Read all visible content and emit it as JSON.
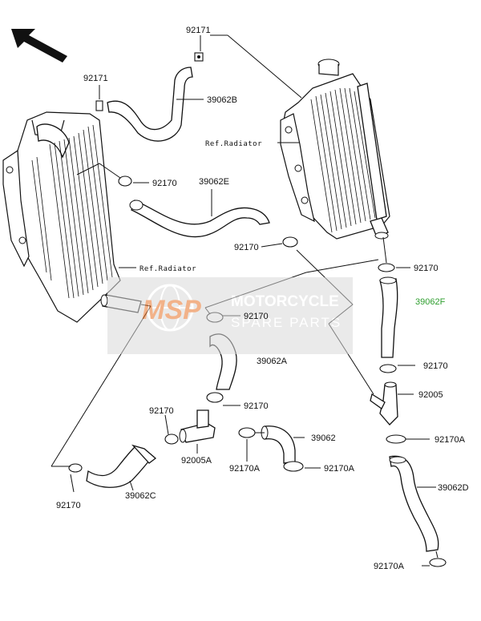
{
  "watermark": {
    "logo": "MSP",
    "line1": "MOTORCYCLE",
    "line2": "SPARE PARTS"
  },
  "references": {
    "ref_radiator_right": "Ref.Radiator",
    "ref_radiator_left": "Ref.Radiator"
  },
  "parts": {
    "p92171_top": "92171",
    "p92171_left": "92171",
    "p39062B": "39062B",
    "p92170_upper_left": "92170",
    "p39062E": "39062E",
    "p92170_mid": "92170",
    "p92170_right_upper": "92170",
    "p39062F": "39062F",
    "p92170_watermark": "92170",
    "p39062A": "39062A",
    "p92170_right_lower": "92170",
    "p92005": "92005",
    "p92170_center": "92170",
    "p92170_left_small": "92170",
    "p92005A": "92005A",
    "p92170A_center": "92170A",
    "p39062": "39062",
    "p92170A_center_right": "92170A",
    "p92170A_right": "92170A",
    "p39062D": "39062D",
    "p92170_bottom_left": "92170",
    "p39062C": "39062C",
    "p92170A_bottom": "92170A"
  },
  "colors": {
    "highlight_label": "#2e9e2e",
    "watermark_orange": "#e8742a",
    "watermark_band": "#d9d9d9"
  }
}
